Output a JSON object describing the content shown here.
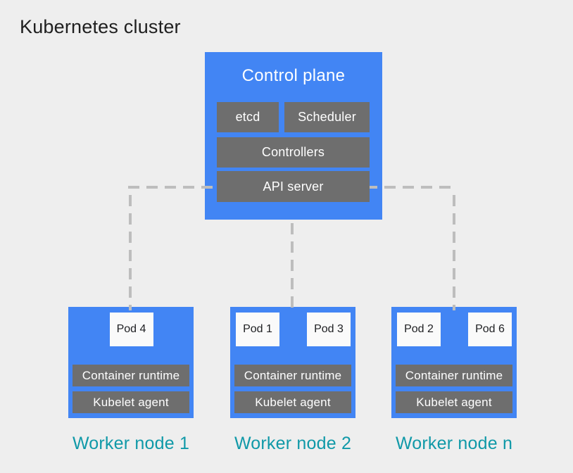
{
  "title": "Kubernetes cluster",
  "colors": {
    "background": "#eeeeee",
    "node_blue": "#4285f4",
    "component_gray": "#6e6e6e",
    "pod_white": "#fafafa",
    "worker_label_teal": "#1099a8",
    "connector_dash_gray": "#bdbdbd",
    "title_text": "#1f1f1f"
  },
  "control_plane": {
    "title": "Control plane",
    "components": [
      {
        "label": "etcd"
      },
      {
        "label": "Scheduler"
      },
      {
        "label": "Controllers"
      },
      {
        "label": "API server"
      }
    ]
  },
  "worker_nodes": [
    {
      "label": "Worker node 1",
      "pods": [
        "Pod 4"
      ],
      "components": [
        "Container runtime",
        "Kubelet agent"
      ]
    },
    {
      "label": "Worker node 2",
      "pods": [
        "Pod 1",
        "Pod 3"
      ],
      "components": [
        "Container runtime",
        "Kubelet agent"
      ]
    },
    {
      "label": "Worker node n",
      "pods": [
        "Pod 2",
        "Pod 6"
      ],
      "components": [
        "Container runtime",
        "Kubelet agent"
      ]
    }
  ]
}
